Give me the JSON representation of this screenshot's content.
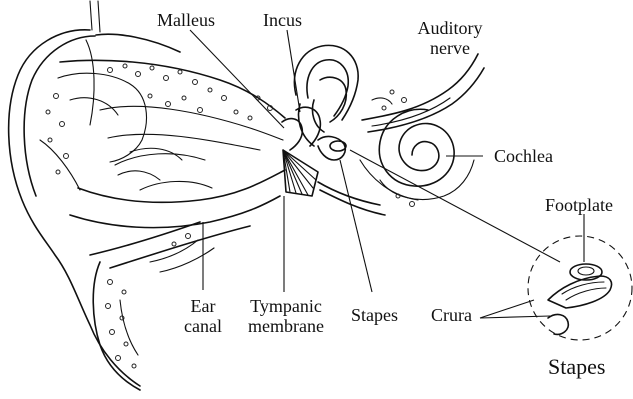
{
  "labels": {
    "malleus": "Malleus",
    "incus": "Incus",
    "auditory_nerve_line1": "Auditory",
    "auditory_nerve_line2": "nerve",
    "cochlea": "Cochlea",
    "footplate": "Footplate",
    "ear_canal_line1": "Ear",
    "ear_canal_line2": "canal",
    "tympanic_line1": "Tympanic",
    "tympanic_line2": "membrane",
    "stapes": "Stapes",
    "crura": "Crura",
    "stapes_detail": "Stapes"
  },
  "colors": {
    "ink": "#111111",
    "background": "#ffffff"
  }
}
